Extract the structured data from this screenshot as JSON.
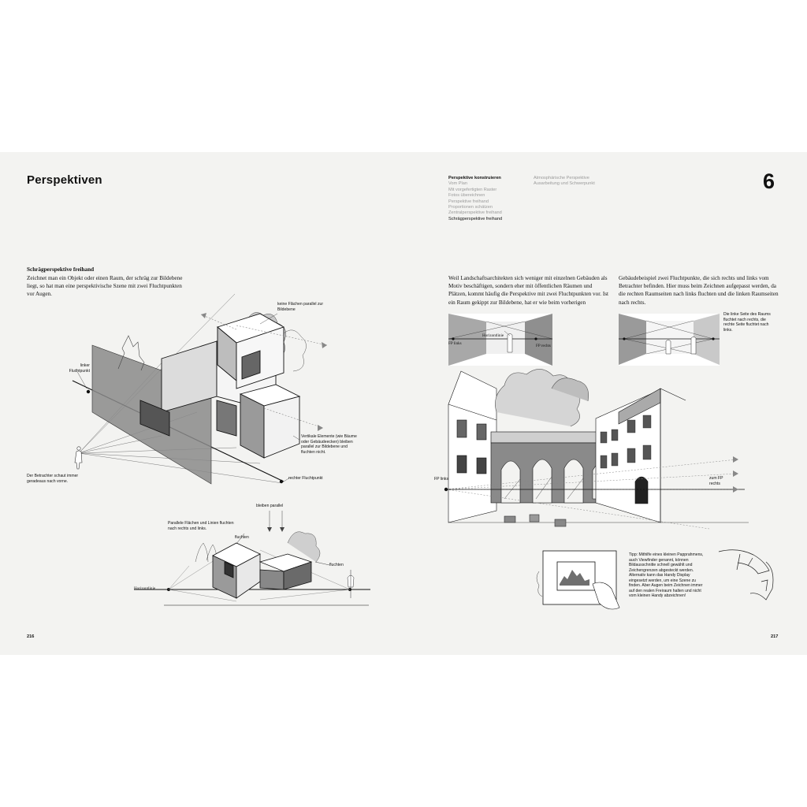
{
  "page": {
    "title": "Perspektiven",
    "chapter_number": "6",
    "page_left": "216",
    "page_right": "217"
  },
  "toc": {
    "col1": [
      "Perspektive konstruieren",
      "Vom Plan",
      "Mit vorgefertigten Raster",
      "Fotos übereichnen",
      "Perspektive freihand",
      "Proportionen schätzen",
      "Zentralperspektive freihand",
      "Schrägperspektive freihand"
    ],
    "col2": [
      "Atmosphärische Perspektive",
      "Ausarbeitung und Schwerpunkt"
    ]
  },
  "text": {
    "lead_heading": "Schrägperspektive freihand",
    "lead_body": "Zeichnet man ein Objekt oder einen Raum, der schräg zur Bildebene liegt, so hat man eine perspektivische Szene mit zwei Fluchtpunkten vor Augen.",
    "col2_body": "Weil Landschaftsarchitekten sich weniger mit einzelnen Gebäuden als Motiv beschäftigen, sondern eher mit öffentlichen Räumen und Plätzen, kommt häufig die Perspektive mit zwei Fluchtpunkten vor. Ist ein Raum gekippt zur Bildebene, hat er wie beim vorherigen",
    "col3_body": "Gebäudebeispiel zwei Fluchtpunkte, die sich rechts und links vom Betrachter befinden. Hier muss beim Zeichnen aufgepasst werden, da die rechten Raumseiten nach links fluchten und die linken Raumseiten nach rechts."
  },
  "captions": {
    "keine_flaechen": "keine Flächen parallel zur Bildebene",
    "linker_fp": "linker Fluchtpunkt",
    "vertikale": "Vertikale Elemente (wie Bäume oder Gebäudeecken) bleiben parallel zur Bildebene und fluchten nicht.",
    "betrachter": "Der Betrachter schaut immer geradeaus nach vorne.",
    "rechter_fp": "rechter Fluchtpunkt",
    "bleiben_parallel": "bleiben parallel",
    "parallele_flaechen": "Parallele Flächen und Linien fluchten nach rechts und links.",
    "fluchten_a": "fluchten",
    "fluchten_b": "fluchten",
    "horizontlinie_a": "Horizontlinie",
    "horizontlinie_b": "Horizontlinie",
    "fp_links_a": "FP links",
    "fp_rechts_a": "FP rechts",
    "linke_seite": "Die linke Seite des Raums fluchtet nach rechts, die rechte Seite fluchtet nach links.",
    "fp_links_b": "FP links",
    "zum_fp_rechts": "zum FP rechts",
    "tipp": "Tipp: Mithilfe eines kleinen Papprahmens, auch Viewfinder genannt, können Bildausschnitte schnell gewählt und Zeichengrenzen abgesteckt werden. Alternativ kann das Handy Display eingesetzt werden, um eine Szene zu finden. Aber Augen beim Zeichnen immer auf den realen Freiraum halten und nicht vom kleinen Handy abzeichnen!"
  },
  "colors": {
    "page_bg": "#f3f3f1",
    "plane_grey": "#8a8a8a",
    "text_grey": "#9a9a9a"
  }
}
